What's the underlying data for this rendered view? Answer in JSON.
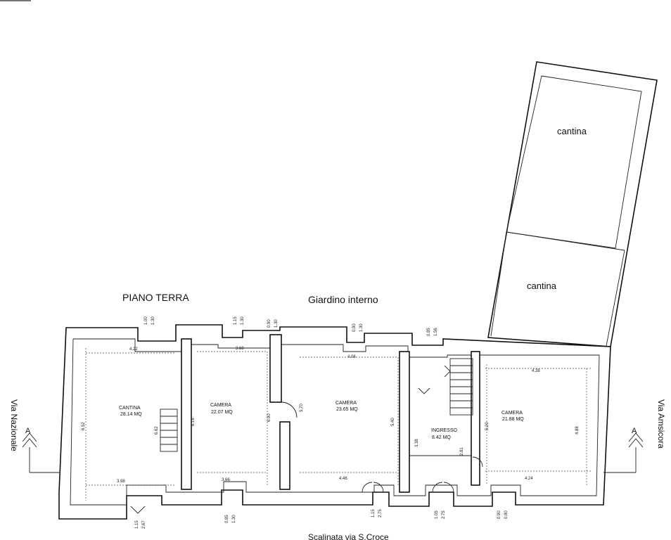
{
  "plan": {
    "title": "PIANO TERRA",
    "garden": "Giardino interno",
    "bottom_street": "Scalinata via S.Croce",
    "left_street": "Via Nazionale",
    "right_street": "Via Amsicora",
    "section_mark": "A",
    "annex": [
      "cantina",
      "cantina"
    ],
    "rooms": [
      {
        "name": "CANTINA",
        "area": "28.14 MQ"
      },
      {
        "name": "CAMERA",
        "area": "22.07 MQ"
      },
      {
        "name": "CAMERA",
        "area": "23.65 MQ"
      },
      {
        "name": "INGRESSO",
        "area": "8.42 MQ"
      },
      {
        "name": "CAMERA",
        "area": "21.88 MQ"
      }
    ],
    "dimensions": {
      "top": [
        "1.00",
        "1.30",
        "1.15",
        "1.30",
        "0.90",
        "1.30",
        "0.90",
        "1.30",
        "0.85",
        "1.56"
      ],
      "bottom": [
        "1.15",
        "2.67",
        "0.85",
        "1.30",
        "1.15",
        "2.75",
        "1.05",
        "2.75",
        "0.90",
        "0.80"
      ],
      "widths": [
        "4.22",
        "3.68",
        "4.06",
        "4.38",
        "3.98",
        "3.66",
        "4.46",
        "4.24"
      ],
      "heights": [
        "6.52",
        "6.62",
        "6.18",
        "6.90",
        "5.70",
        "5.40",
        "3.38",
        "2.81",
        "5.20",
        "4.88"
      ]
    }
  }
}
